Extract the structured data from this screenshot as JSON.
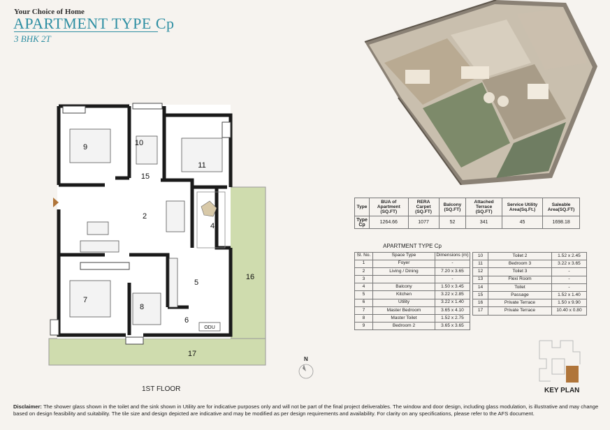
{
  "header": {
    "tagline": "Your Choice of Home",
    "title": "APARTMENT TYPE Cp",
    "subtitle": "3 BHK 2T"
  },
  "floor_label": "1ST FLOOR",
  "key_plan_label": "KEY PLAN",
  "compass_letter": "N",
  "plan_rooms": [
    "9",
    "10",
    "11",
    "15",
    "2",
    "4",
    "5",
    "16",
    "7",
    "8",
    "6",
    "17"
  ],
  "odu_label": "ODU",
  "summary": {
    "headers": [
      "Type",
      "BUA of Apartment (SQ.FT)",
      "RERA Carpet (SQ.FT)",
      "Balcony (SQ.FT)",
      "Attached Terrace (SQ.FT)",
      "Service Utility Area(Sq.Ft.)",
      "Saleable Area(SQ.FT)"
    ],
    "type": "Type Cp",
    "values": [
      "1264.66",
      "1077",
      "52",
      "341",
      "45",
      "1698.18"
    ]
  },
  "room_table": {
    "caption": "APARTMENT TYPE Cp",
    "headers": [
      "Sl. No.",
      "Space Type",
      "Dimensions (m)"
    ],
    "rows": [
      [
        "1",
        "Foyer",
        "-"
      ],
      [
        "2",
        "Living / Dining",
        "7.20 x 3.65"
      ],
      [
        "3",
        "",
        "-"
      ],
      [
        "4",
        "Balcony",
        "1.50 x 3.45"
      ],
      [
        "5",
        "Kitchen",
        "3.22 x 2.85"
      ],
      [
        "6",
        "Utility",
        "3.22 x 1.40"
      ],
      [
        "7",
        "Master Bedroom",
        "3.65 x 4.10"
      ],
      [
        "8",
        "Master Toilet",
        "1.52 x 2.75"
      ],
      [
        "9",
        "Bedroom 2",
        "3.65 x 3.65"
      ]
    ],
    "rows2": [
      [
        "10",
        "Toilet 2",
        "1.52 x 2.45"
      ],
      [
        "11",
        "Bedroom 3",
        "3.22 x 3.65"
      ],
      [
        "12",
        "Toilet 3",
        "-"
      ],
      [
        "13",
        "Flexi Room",
        "-"
      ],
      [
        "14",
        "Toilet",
        "-"
      ],
      [
        "15",
        "Passage",
        "1.52 x 1.40"
      ],
      [
        "16",
        "Private Terrace",
        "1.50 x 9.90"
      ],
      [
        "17",
        "Private Terrace",
        "10.40 x 0.80"
      ]
    ]
  },
  "disclaimer": {
    "label": "Disclaimer:",
    "text": "The shower glass shown in the toilet and the sink shown in Utility are for indicative purposes only and will not be part of the final project deliverables. The window and door design, including glass modulation, is illustrative and may change based on design feasibility and suitability. The tile size and design depicted are indicative and may be modified as per design requirements and availability. For clarity on any specifications, please refer to the AFS document."
  },
  "colors": {
    "accent": "#2f8fa3",
    "terrace_green": "#cfdcae",
    "background": "#f6f3ef",
    "keyplan_highlight": "#b0753a"
  }
}
